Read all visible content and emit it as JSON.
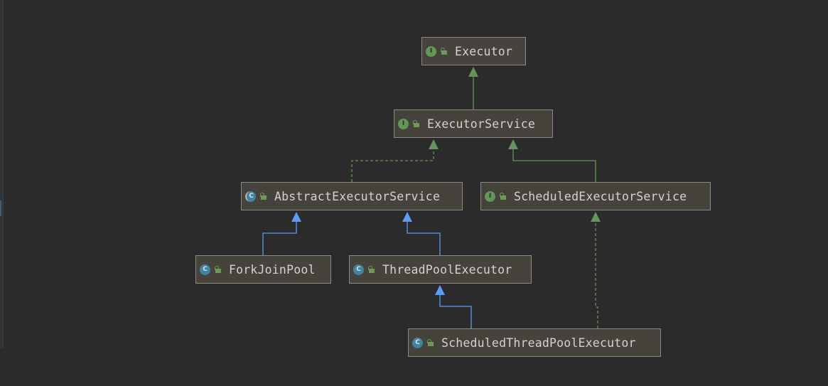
{
  "diagram": {
    "colors": {
      "background": "#2b2b2b",
      "node_fill": "#45433c",
      "node_border": "#8c8a83",
      "text": "#d2d2d2",
      "interface_badge": "#629755",
      "class_badge": "#3e86a0",
      "extends_interface_edge": "#629755",
      "extends_class_edge": "#589df6"
    },
    "nodes": [
      {
        "id": "executor",
        "label": "Executor",
        "kind": "interface",
        "badge": "I",
        "icon": "interface-icon",
        "visibility_icon": "unlocked-icon"
      },
      {
        "id": "executor-service",
        "label": "ExecutorService",
        "kind": "interface",
        "badge": "I",
        "icon": "interface-icon",
        "visibility_icon": "unlocked-icon"
      },
      {
        "id": "abstract-executor-service",
        "label": "AbstractExecutorService",
        "kind": "abstract-class",
        "badge": "C",
        "icon": "abstract-class-icon",
        "visibility_icon": "unlocked-icon"
      },
      {
        "id": "scheduled-executor-service",
        "label": "ScheduledExecutorService",
        "kind": "interface",
        "badge": "I",
        "icon": "interface-icon",
        "visibility_icon": "unlocked-icon"
      },
      {
        "id": "fork-join-pool",
        "label": "ForkJoinPool",
        "kind": "class",
        "badge": "C",
        "icon": "class-icon",
        "visibility_icon": "unlocked-icon"
      },
      {
        "id": "thread-pool-executor",
        "label": "ThreadPoolExecutor",
        "kind": "class",
        "badge": "C",
        "icon": "class-icon",
        "visibility_icon": "unlocked-icon"
      },
      {
        "id": "scheduled-thread-pool-executor",
        "label": "ScheduledThreadPoolExecutor",
        "kind": "class",
        "badge": "C",
        "icon": "class-icon",
        "visibility_icon": "unlocked-icon"
      }
    ],
    "edges": [
      {
        "from": "executor-service",
        "to": "executor",
        "relation": "extends",
        "style": "solid",
        "color": "#629755"
      },
      {
        "from": "abstract-executor-service",
        "to": "executor-service",
        "relation": "implements",
        "style": "dashed",
        "color": "#629755"
      },
      {
        "from": "scheduled-executor-service",
        "to": "executor-service",
        "relation": "extends",
        "style": "solid",
        "color": "#629755"
      },
      {
        "from": "fork-join-pool",
        "to": "abstract-executor-service",
        "relation": "extends",
        "style": "solid",
        "color": "#589df6"
      },
      {
        "from": "thread-pool-executor",
        "to": "abstract-executor-service",
        "relation": "extends",
        "style": "solid",
        "color": "#589df6"
      },
      {
        "from": "scheduled-thread-pool-executor",
        "to": "thread-pool-executor",
        "relation": "extends",
        "style": "solid",
        "color": "#589df6"
      },
      {
        "from": "scheduled-thread-pool-executor",
        "to": "scheduled-executor-service",
        "relation": "implements",
        "style": "dashed",
        "color": "#629755"
      }
    ]
  }
}
